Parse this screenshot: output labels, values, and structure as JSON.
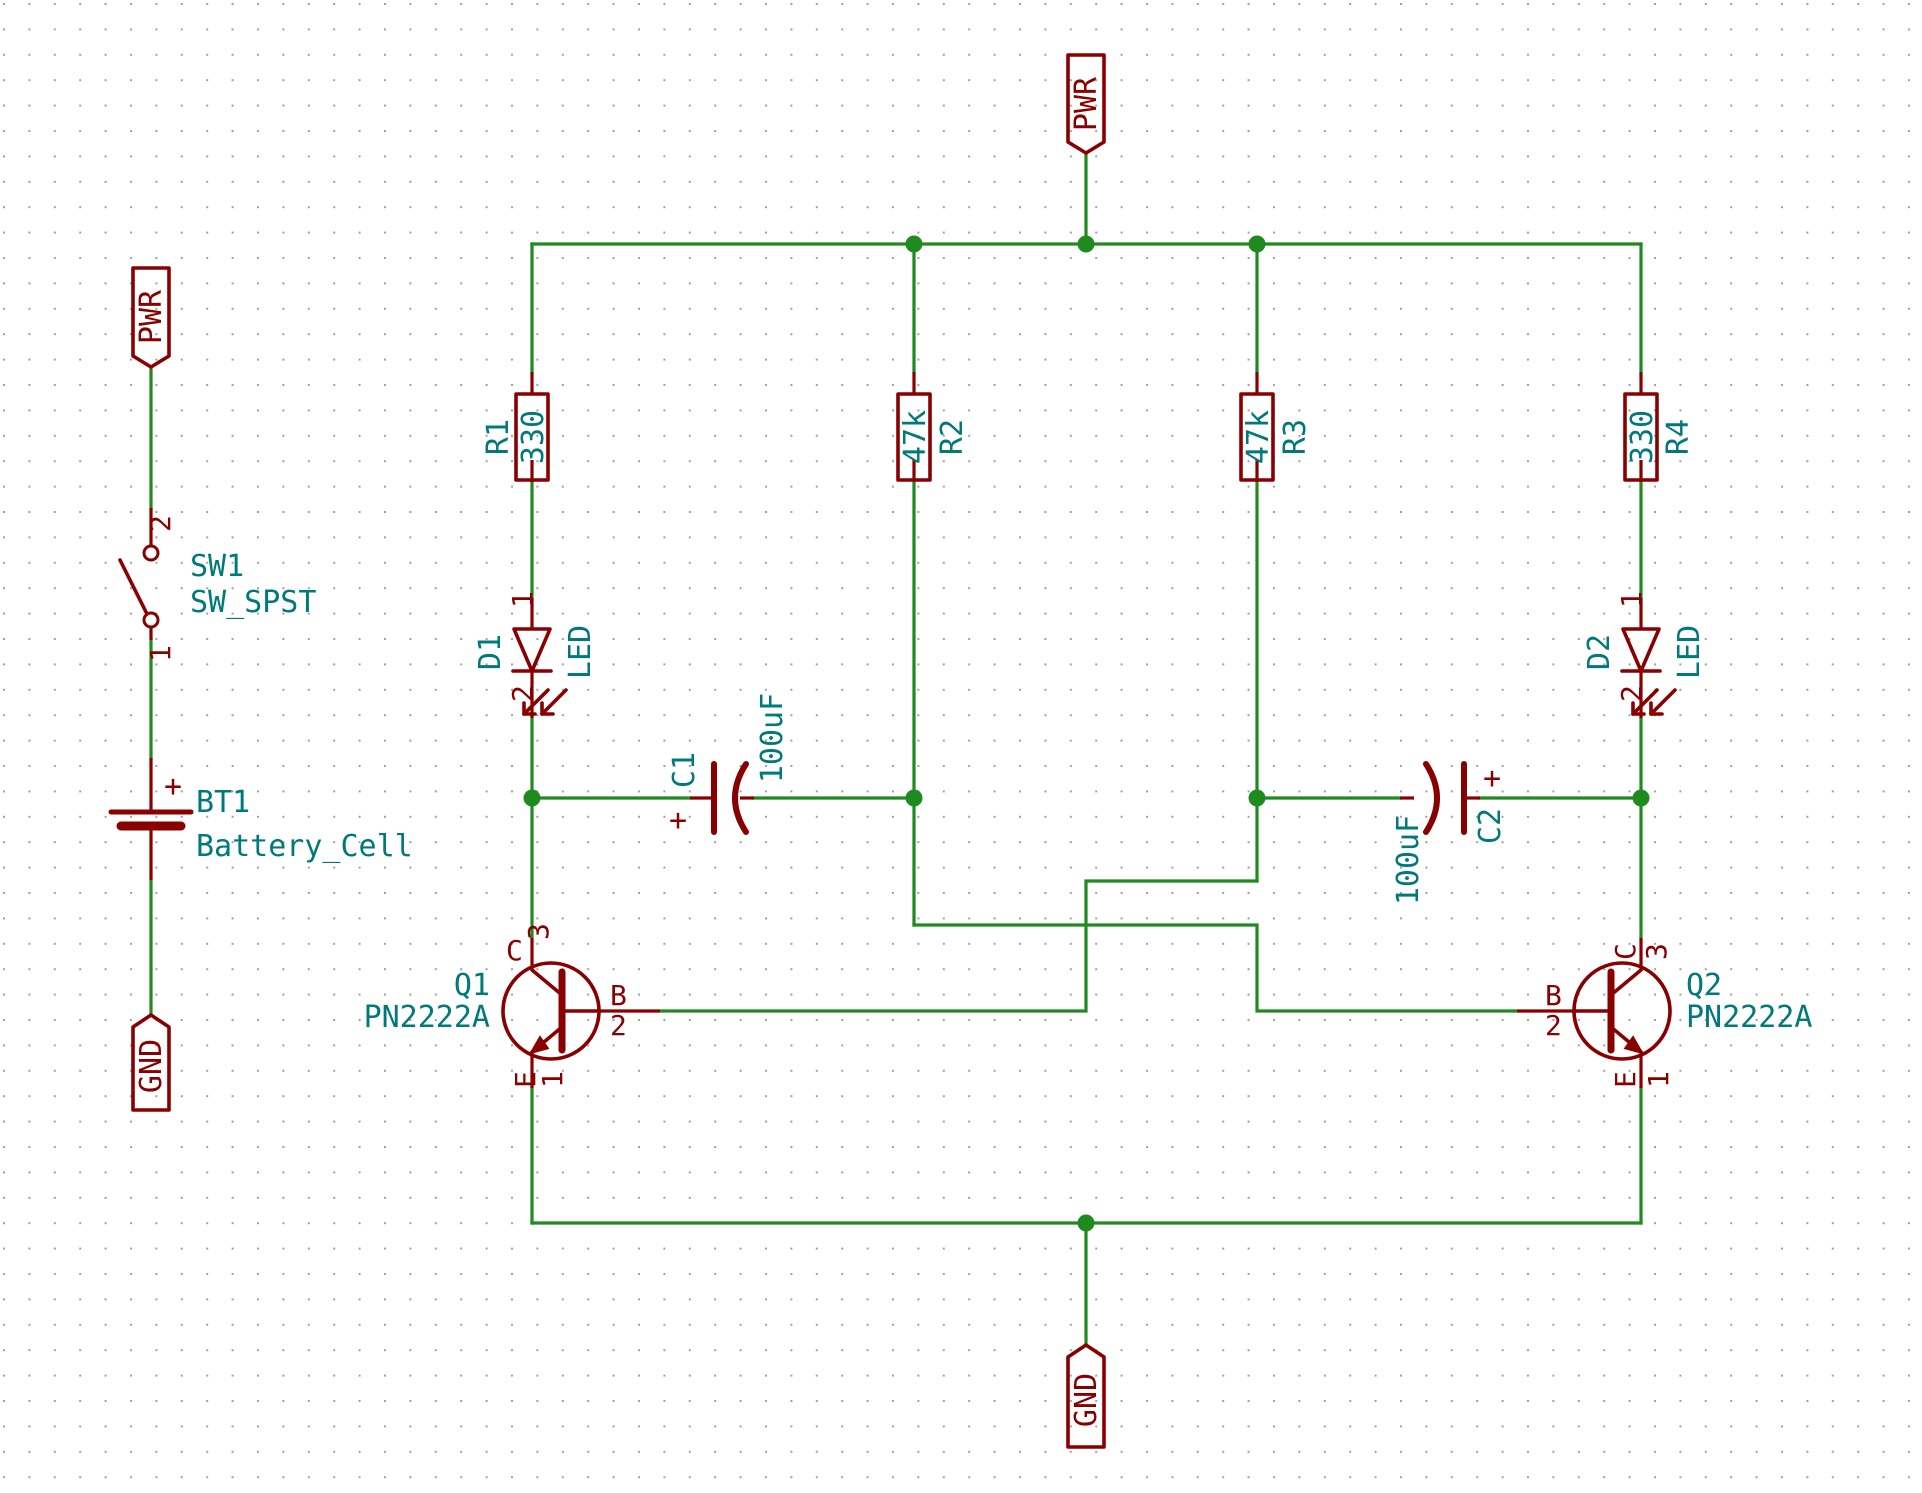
{
  "colors": {
    "wire": "#1f8b1f",
    "symbol": "#880000",
    "label": "#00797a",
    "grid": "#9a9a9a",
    "background": "#ffffff"
  },
  "power": {
    "pwr": "PWR",
    "gnd": "GND"
  },
  "components": {
    "R1": {
      "ref": "R1",
      "value": "330"
    },
    "R2": {
      "ref": "R2",
      "value": "47k"
    },
    "R3": {
      "ref": "R3",
      "value": "47k"
    },
    "R4": {
      "ref": "R4",
      "value": "330"
    },
    "D1": {
      "ref": "D1",
      "value": "LED"
    },
    "D2": {
      "ref": "D2",
      "value": "LED"
    },
    "C1": {
      "ref": "C1",
      "value": "100uF"
    },
    "C2": {
      "ref": "C2",
      "value": "100uF"
    },
    "Q1": {
      "ref": "Q1",
      "value": "PN2222A"
    },
    "Q2": {
      "ref": "Q2",
      "value": "PN2222A"
    },
    "SW1": {
      "ref": "SW1",
      "value": "SW_SPST"
    },
    "BT1": {
      "ref": "BT1",
      "value": "Battery_Cell"
    }
  },
  "pins": {
    "one": "1",
    "two": "2",
    "three": "3",
    "base": "B",
    "collector": "C",
    "emitter": "E",
    "plus": "+"
  }
}
